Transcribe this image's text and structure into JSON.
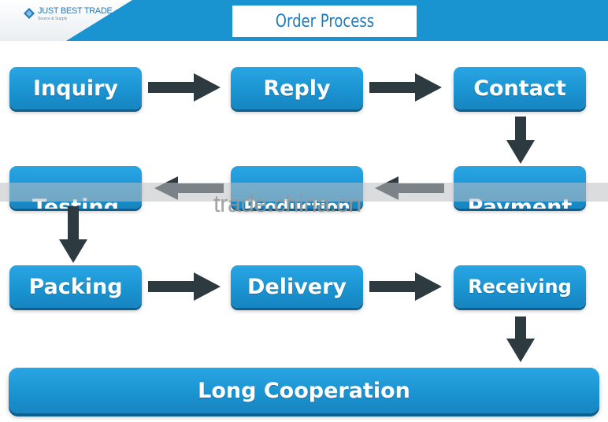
{
  "header": {
    "logo_name": "JUST BEST TRADE",
    "logo_tagline": "Source & Supply",
    "title": "Order Process"
  },
  "steps": [
    "Inquiry",
    "Reply",
    "Contact",
    "Payment",
    "Production",
    "Testing",
    "Packing",
    "Delivery",
    "Receiving"
  ],
  "final_step": "Long Cooperation",
  "watermark": "trade.china.cn",
  "colors": {
    "header_blue": "#1a93d1",
    "box_blue": "#1a92d0",
    "title_text": "#1d7cc0",
    "arrow": "#2d3a40"
  }
}
